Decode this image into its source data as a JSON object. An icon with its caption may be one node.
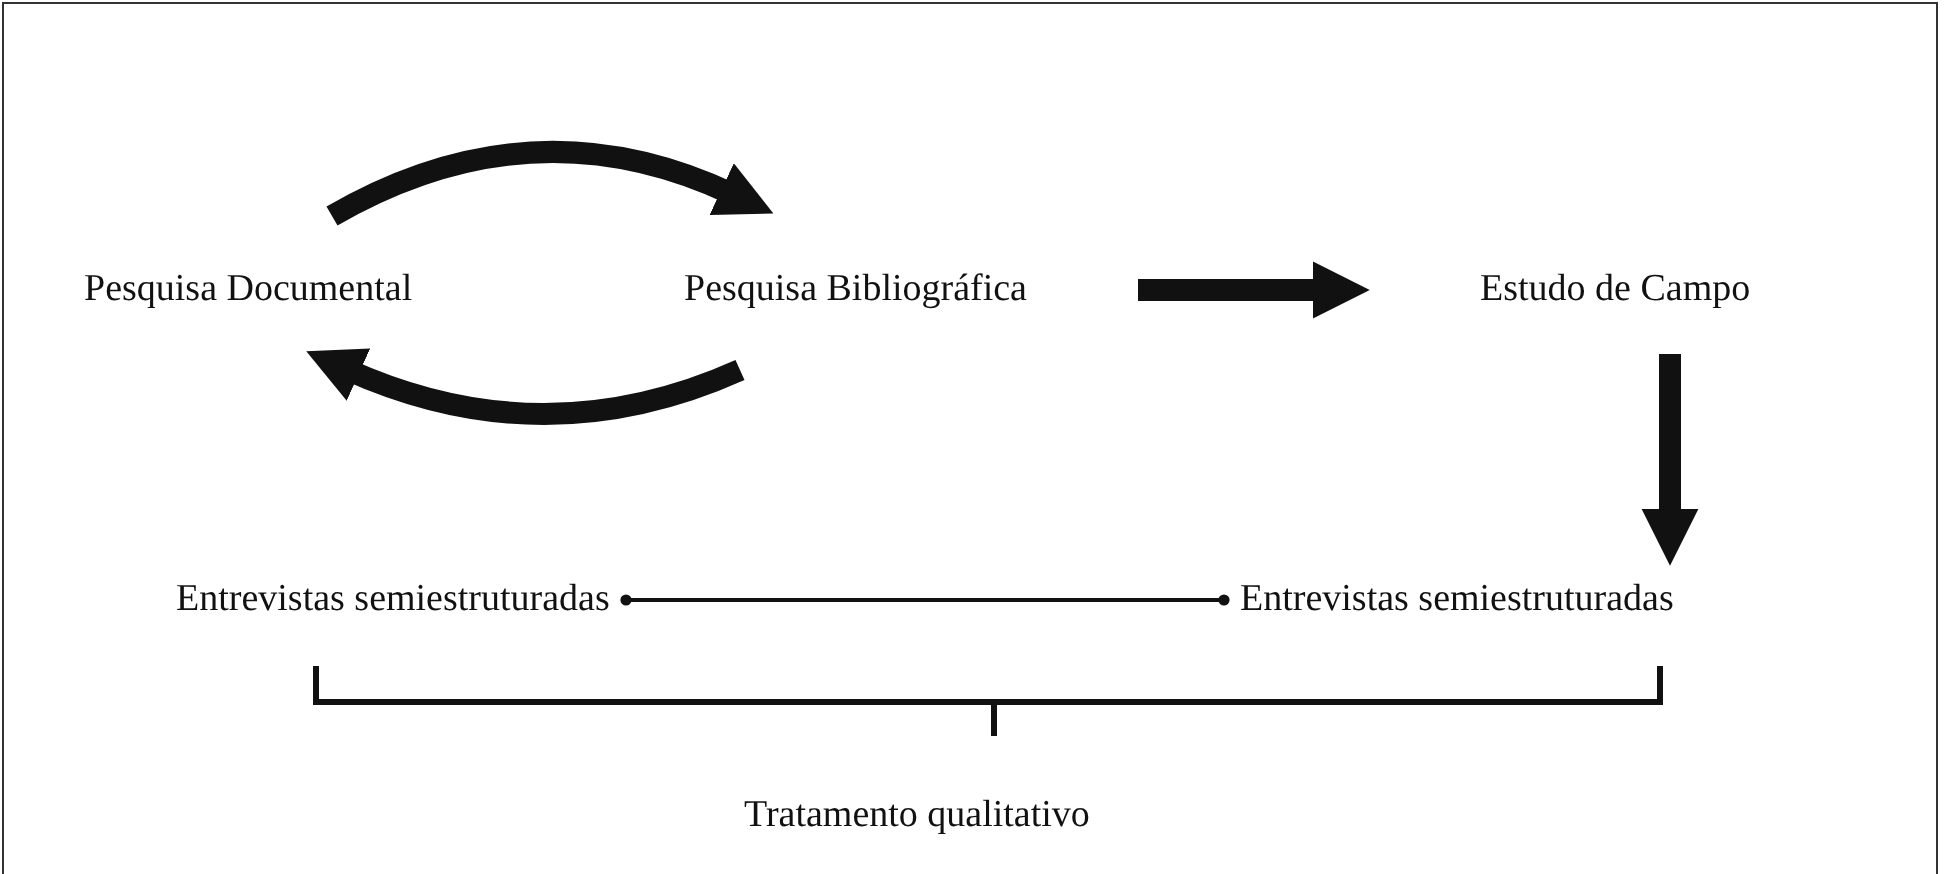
{
  "diagram": {
    "nodes": [
      {
        "text": [
          "Pesquisa Documental"
        ]
      },
      {
        "text": [
          "Pesquisa Bibliográfica"
        ]
      },
      {
        "text": [
          "Estudo de Campo"
        ]
      },
      {
        "text": [
          "Entrevistas semiestruturadas"
        ]
      },
      {
        "text": [
          "Entrevistas semiestruturadas"
        ]
      },
      {
        "text": [
          "Tratamento qualitativo"
        ]
      }
    ],
    "edges": [
      {
        "from": 0,
        "to": 1,
        "arrow": "to"
      },
      {
        "from": 1,
        "to": 0,
        "arrow": "to"
      },
      {
        "from": 1,
        "to": 2,
        "arrow": "to"
      },
      {
        "from": 2,
        "to": 4,
        "arrow": "to"
      },
      {
        "from": 3,
        "to": 4,
        "arrow": "other"
      }
    ]
  }
}
